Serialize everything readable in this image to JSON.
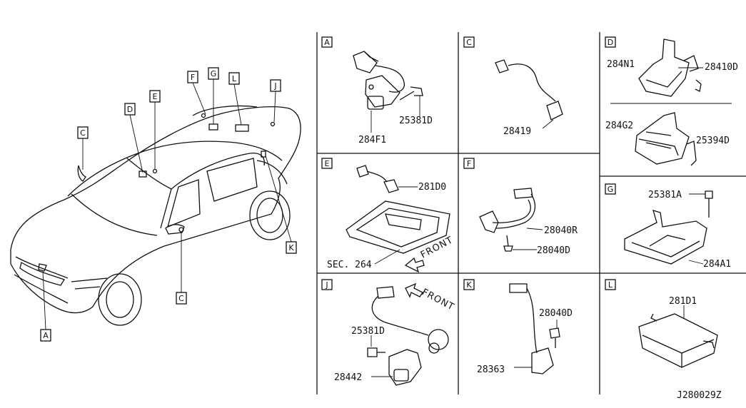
{
  "callouts": {
    "A": "A",
    "C": "C",
    "D": "D",
    "E": "E",
    "F": "F",
    "G": "G",
    "L": "L",
    "J": "J",
    "K": "K",
    "C2": "C"
  },
  "panels": {
    "A": {
      "tag": "A",
      "parts": [
        "284F1",
        "25381D"
      ]
    },
    "C": {
      "tag": "C",
      "parts": [
        "28419"
      ]
    },
    "D": {
      "tag": "D",
      "parts": [
        "284N1",
        "28410D",
        "284G2",
        "25394D"
      ]
    },
    "E": {
      "tag": "E",
      "parts": [
        "281D0",
        "SEC. 264"
      ],
      "front": "FRONT"
    },
    "F": {
      "tag": "F",
      "parts": [
        "28040R",
        "28040D"
      ]
    },
    "G": {
      "tag": "G",
      "parts": [
        "25381A",
        "284A1"
      ]
    },
    "J": {
      "tag": "J",
      "parts": [
        "25381D",
        "28442"
      ],
      "front": "FRONT"
    },
    "K": {
      "tag": "K",
      "parts": [
        "28040D",
        "28363"
      ]
    },
    "L": {
      "tag": "L",
      "parts": [
        "281D1"
      ]
    }
  },
  "diagram_code": "J280029Z"
}
